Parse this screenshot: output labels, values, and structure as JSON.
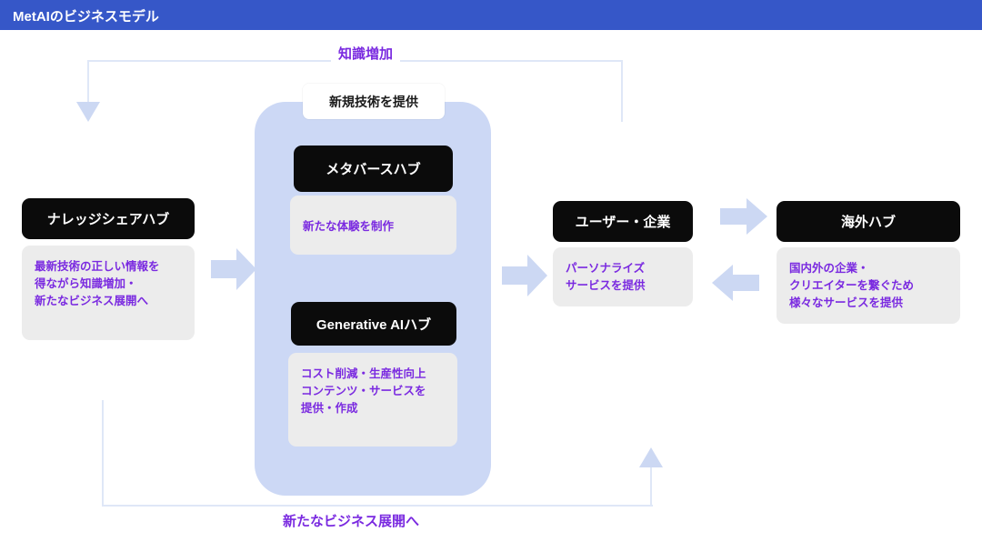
{
  "slide": {
    "title": "MetAIのビジネスモデル",
    "title_bar_color": "#3657c8",
    "accent_text_color": "#7a2ae0",
    "panel_color": "#ccd8f5",
    "arrow_color": "#ccd8f3",
    "chip_color": "#0b0b0b",
    "desc_color": "#ececec"
  },
  "loops": {
    "top_label": "知識増加",
    "bottom_label": "新たなビジネス展開へ"
  },
  "center_panel": {
    "tag": "新規技術を提供",
    "hubs": [
      {
        "name": "メタバースハブ",
        "desc_lines": [
          "新たな体験を制作"
        ]
      },
      {
        "name": "Generative AIハブ",
        "desc_lines": [
          "コスト削減・生産性向上",
          "コンテンツ・サービスを",
          "提供・作成"
        ]
      }
    ]
  },
  "nodes": {
    "knowledge_hub": {
      "name": "ナレッジシェアハブ",
      "desc_lines": [
        "最新技術の正しい情報を",
        "得ながら知識増加・",
        "新たなビジネス展開へ"
      ]
    },
    "users": {
      "name": "ユーザー・企業",
      "desc_lines": [
        "パーソナライズ",
        "サービスを提供"
      ]
    },
    "overseas_hub": {
      "name": "海外ハブ",
      "desc_lines": [
        "国内外の企業・",
        "クリエイターを繋ぐため",
        "様々なサービスを提供"
      ]
    }
  }
}
